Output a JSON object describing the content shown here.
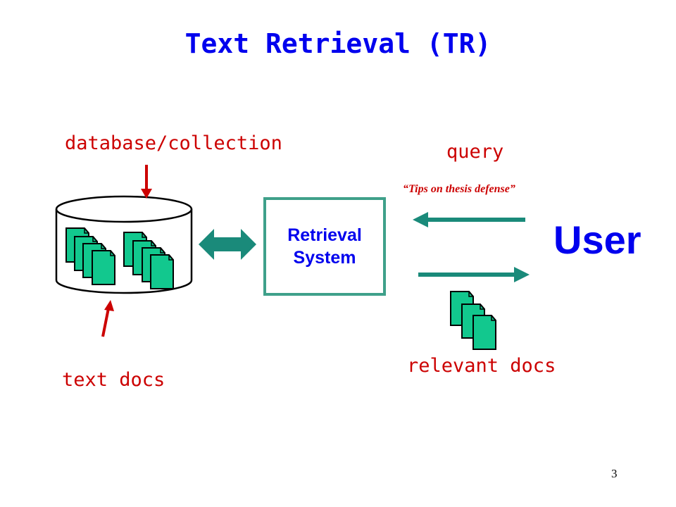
{
  "title": "Text Retrieval (TR)",
  "labels": {
    "database": "database/collection",
    "query": "query",
    "query_example": "“Tips on thesis defense”",
    "user": "User",
    "text_docs": "text docs",
    "relevant_docs": "relevant docs"
  },
  "retrieval_system": {
    "line1": "Retrieval",
    "line2": "System"
  },
  "page_number": "3",
  "colors": {
    "title": "#0000ee",
    "label": "#cc0000",
    "arrow_teal": "#1a8a7a",
    "doc_fill": "#12c88e",
    "box_border": "#3fa08a"
  }
}
